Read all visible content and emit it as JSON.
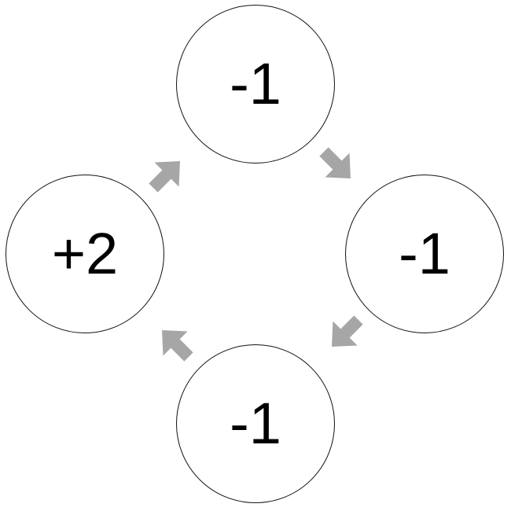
{
  "nodes": {
    "top": "-1",
    "right": "-1",
    "bottom": "-1",
    "left": "+2"
  },
  "colors": {
    "arrow": "#a6a6a6",
    "node_border": "#111111"
  }
}
